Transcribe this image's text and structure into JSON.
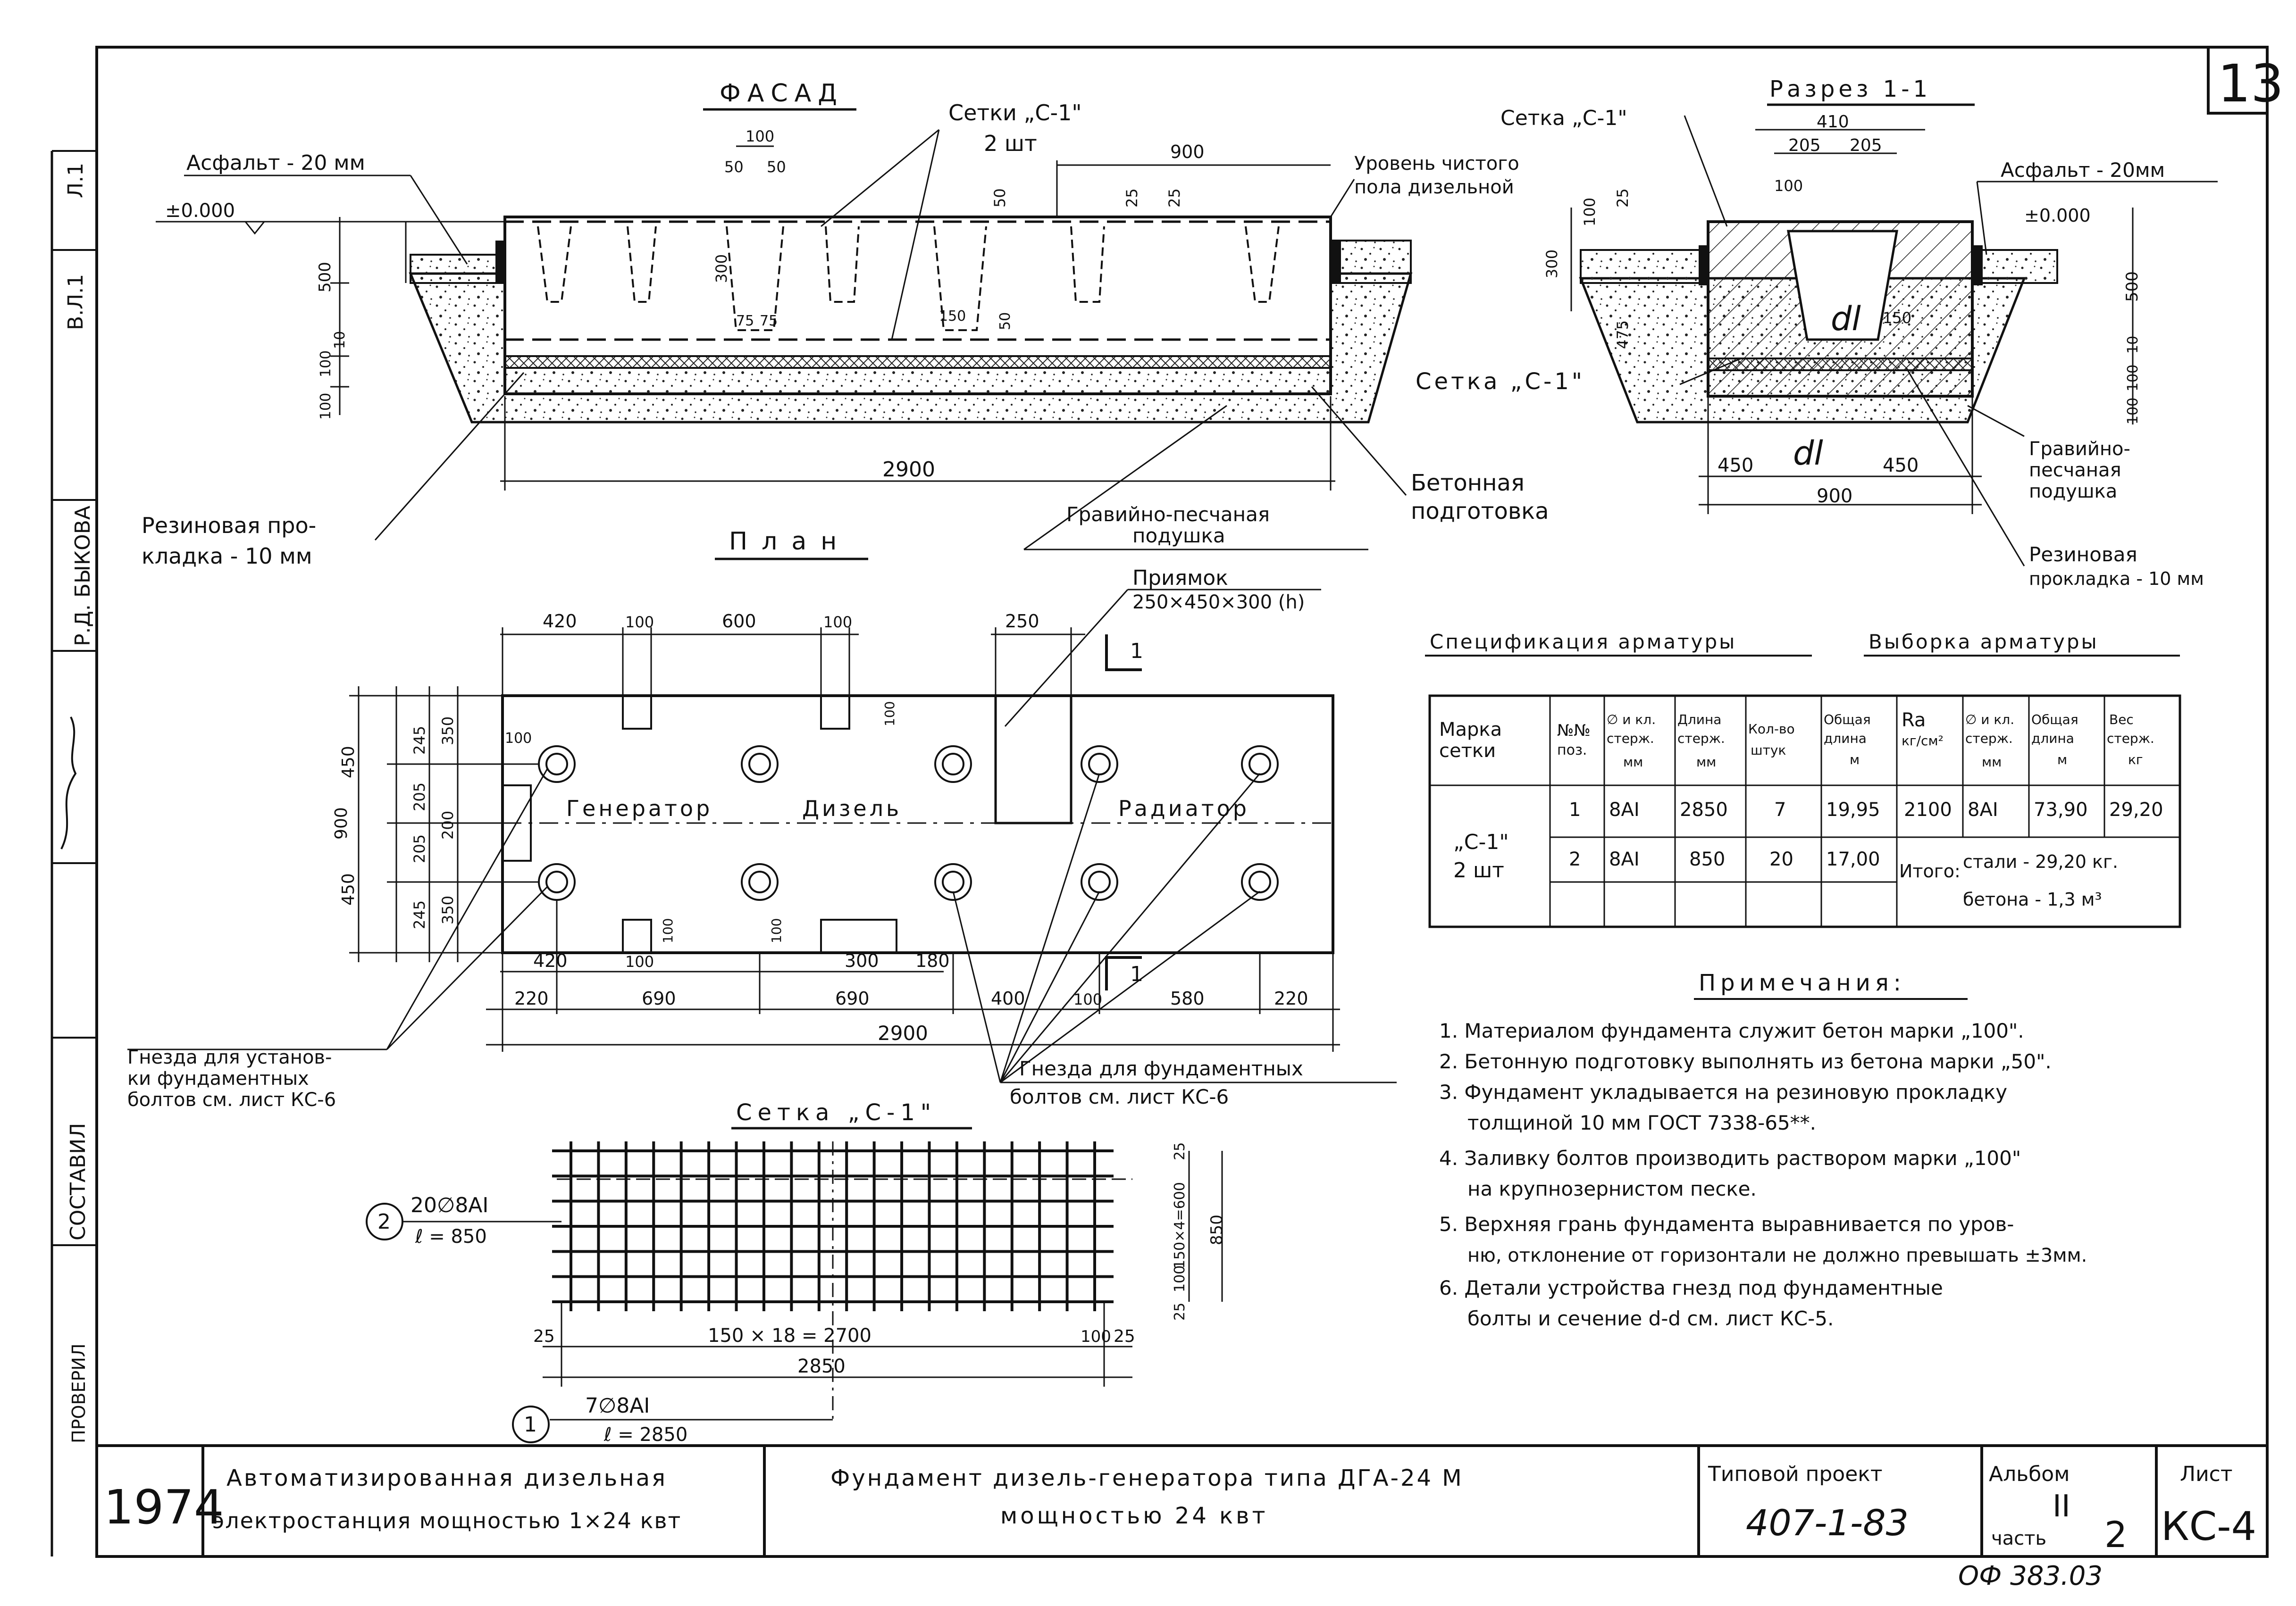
{
  "sheet_number": "13",
  "facade": {
    "title": "ФАСАД",
    "asphalt": "Асфальт - 20 мм",
    "level_zero": "±0.000",
    "mesh_label": "Сетки „С-1\"",
    "mesh_count": "2 шт",
    "clean_floor": "Уровень чистого пола дизельной",
    "rubber": "Резиновая про-кладка - 10 мм",
    "gravel": "Гравийно-песчаная подушка",
    "concrete_prep": "Бетонная подготовка",
    "dims": {
      "d100": "100",
      "d50a": "50",
      "d50b": "50",
      "d900": "900",
      "d50c": "50",
      "d25a": "25",
      "d25b": "25",
      "d300": "300",
      "d75a": "75",
      "d75b": "75",
      "d150": "150",
      "d50d": "50",
      "d500": "500",
      "d10": "10",
      "d100b": "100",
      "d100c": "100",
      "d2900": "2900"
    }
  },
  "section": {
    "title": "Разрез 1-1",
    "mesh_label": "Сетка „С-1\"",
    "mesh_label2": "Сетка „С-1\"",
    "asphalt": "Асфальт - 20мм",
    "level_zero": "±0.000",
    "gravel": "Гравийно-песчаная подушка",
    "rubber": "Резиновая прокладка - 10 мм",
    "cut_mark": "dl",
    "dims": {
      "d410": "410",
      "d205a": "205",
      "d205b": "205",
      "d100": "100",
      "d25": "25",
      "d100b": "100",
      "d300": "300",
      "d475": "475",
      "d150": "150",
      "d500": "500",
      "d10": "10",
      "d100c": "100",
      "d100d": "100",
      "d450a": "450",
      "d450b": "450",
      "d900": "900"
    }
  },
  "plan": {
    "title": "План",
    "pit": "Приямок",
    "pit_size": "250×450×300 (h)",
    "generator": "Генератор",
    "diesel": "Дизель",
    "radiator": "Радиатор",
    "sockets_install": "Гнезда для установ-ки фундаментных болтов см. лист КС-6",
    "sockets_fund": "Гнезда для фундаментных болтов см. лист КС-6",
    "cut1": "1",
    "cut2": "1",
    "dims_top": [
      "420",
      "100",
      "600",
      "100",
      "250"
    ],
    "dims_bot1": [
      "420",
      "100",
      "300",
      "180"
    ],
    "dims_bot2": [
      "220",
      "690",
      "690",
      "400",
      "100",
      "580",
      "220"
    ],
    "total": "2900",
    "dims_left": [
      "450",
      "450",
      "900",
      "245",
      "205",
      "205",
      "245",
      "350",
      "200",
      "350",
      "100",
      "100",
      "100",
      "100"
    ]
  },
  "mesh": {
    "title": "Сетка „С-1\"",
    "pos2": "2",
    "pos2_spec": "20∅8АI",
    "pos2_len": "ℓ = 850",
    "pos1": "1",
    "pos1_spec": "7∅8АI",
    "pos1_len": "ℓ = 2850",
    "dims": {
      "d25a": "25",
      "d150x18": "150 × 18 = 2700",
      "d100": "100",
      "d25b": "25",
      "d2850": "2850",
      "d25c": "25",
      "d150x4": "150×4=600",
      "d100b": "100",
      "d25d": "25",
      "d850": "850"
    }
  },
  "spec_table": {
    "title_spec": "Спецификация арматуры",
    "title_sel": "Выборка арматуры",
    "headers": [
      "Марка сетки",
      "№№ поз.",
      "∅ и кл. стерж. мм",
      "Длина стерж. мм",
      "Кол-во штук",
      "Общая длина м",
      "Ra кг/см²",
      "∅ и кл. стерж. мм",
      "Общая длина м",
      "Вес стерж. кг"
    ],
    "mark": "„С-1\"",
    "mark_count": "2 шт",
    "rows": [
      [
        "1",
        "8АI",
        "2850",
        "7",
        "19,95",
        "2100",
        "8АI",
        "73,90",
        "29,20"
      ],
      [
        "2",
        "8АI",
        "850",
        "20",
        "17,00"
      ]
    ],
    "total_label": "Итого:",
    "total_steel": "стали - 29,20 кг.",
    "total_concrete": "бетона - 1,3 м³"
  },
  "notes": {
    "title": "Примечания:",
    "items": [
      "1. Материалом фундамента служит бетон марки „100\".",
      "2. Бетонную подготовку выполнять из бетона марки „50\".",
      "3. Фундамент укладывается на резиновую прокладку",
      "толщиной 10 мм ГОСТ 7338-65**.",
      "4. Заливку болтов производить раствором марки „100\"",
      "на крупнозернистом песке.",
      "5. Верхняя грань фундамента выравнивается по уров-",
      "ню, отклонение от горизонтали не должно превышать ±3мм.",
      "6. Детали устройства гнезд под фундаментные",
      "болты и сечение d-d см. лист КС-5."
    ]
  },
  "left_strip": {
    "a1": "Л.1",
    "b1": "В.Л.1",
    "name": "Р.Д. БЫКОВА",
    "compiled": "СОСТАВИЛ",
    "checked": "ПРОВЕРИЛ"
  },
  "title_block": {
    "year": "1974",
    "project_name_1": "Автоматизированная дизельная",
    "project_name_2": "электростанция мощностью 1×24 квт",
    "drawing_name_1": "Фундамент дизель-генератора типа ДГА-24 М",
    "drawing_name_2": "мощностью 24 квт",
    "type_label": "Типовой проект",
    "type_value": "407-1-83",
    "album_label": "Альбом",
    "album_value": "II",
    "part_label": "часть",
    "part_value": "2",
    "sheet_label": "Лист",
    "sheet_value": "КС-4",
    "bottom_code": "ОФ 383.03"
  }
}
